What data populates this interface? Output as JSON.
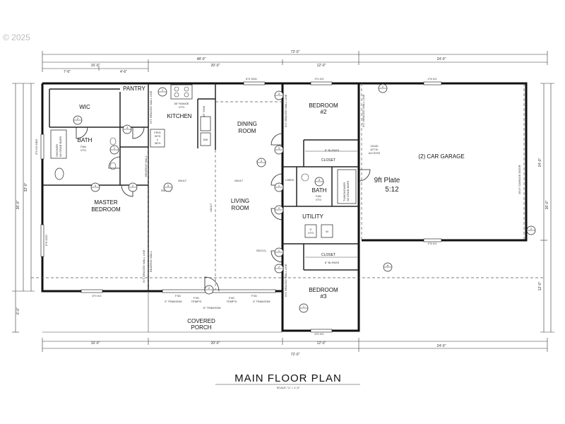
{
  "watermark": "© 2025",
  "title": "MAIN FLOOR PLAN",
  "scale": "SCALE: ¼\" = 1'-0\"",
  "rooms": {
    "wic": "WIC",
    "pantry": "PANTRY",
    "kitchen": "KITCHEN",
    "dining": [
      "DINING",
      "ROOM"
    ],
    "living": [
      "LIVING",
      "ROOM"
    ],
    "master_bath": "BATH",
    "master_bedroom": [
      "MASTER",
      "BEDROOM"
    ],
    "bedroom2": [
      "BEDROOM",
      "#2"
    ],
    "bedroom3": [
      "BEDROOM",
      "#3"
    ],
    "hall_bath": "BATH",
    "utility": "UTILITY",
    "closet_top": "CLOSET",
    "closet_bottom": "CLOSET",
    "garage": "(2) CAR GARAGE",
    "porch": [
      "COVERED",
      "PORCH"
    ]
  },
  "plate": [
    "9ft Plate",
    "5:12"
  ],
  "notes": {
    "range": [
      "36\" RANGE",
      "VTO"
    ],
    "fridge": [
      "FRIG",
      "30\"D",
      "x",
      "38\"H"
    ],
    "dw": "DW",
    "sink": "33\" SINK",
    "vault_1": "VAULT",
    "vault_2": "VAULT",
    "vault_3": "VAULT",
    "vault_4": "VAULT",
    "sd1": "SD/CO₂",
    "sd2": "SD/CO₂",
    "sd3": "SD/CO₂",
    "bipass_top": "6° BI-PASS",
    "bipass_bottom": "6° BI-PASS",
    "d_vto": [
      "D",
      "VTO"
    ],
    "w": "W",
    "linen": "LINEN",
    "fan_vto_master": [
      "FAN",
      "VTO"
    ],
    "fan_vto_hall": [
      "FAN",
      "VTO"
    ],
    "shower_master": [
      "SHOWER",
      "W/ GRAB BARS"
    ],
    "tub_hall": [
      "TUB/SHOWER",
      "W/ GRAB BARS"
    ],
    "transom_left": "4° TRANSOM",
    "transom_mid": "6° TRANSOM",
    "transom_right": "4° TRANSOM",
    "fxd_1": [
      "FXD"
    ],
    "fxd_2": [
      "FXD",
      "TEMP'D"
    ],
    "fxd_3": [
      "FXD",
      "TEMP'D"
    ],
    "fxd_4": [
      "FXD"
    ],
    "braced_1": "INT. BRACED WALL LINE",
    "braced_2": "INT. BRACED WALL LINE",
    "braced_3": "INT. BRACED WALL LINE",
    "braced_4": "INT. BRACED WALL LINE",
    "braced_5": "INT. BRACED WALL LINE",
    "bearing_1": "BEARING WALL",
    "bearing_2": "BEARING WALL",
    "attic": [
      "22x30",
      "ATTIC",
      "ACCESS"
    ],
    "garage_door": "16'x7' GARAGE DOOR"
  },
  "windows": {
    "kitchen_top": "6°0 SGD",
    "bed2_top": "3°0 XO",
    "garage_top": "2°8 XO",
    "master_left": "6°0 SGD",
    "master_bottom": "6°0 XO",
    "bed3_bottom": "6°0 XO",
    "garage_bottom": "2°8 XO",
    "bath_left": "3°0 XO OBS"
  },
  "dimensions": {
    "overall": "72'-0\"",
    "house": "48'-0\"",
    "garage": "24'-0\"",
    "seg1": "16'-0\"",
    "seg2": "20'-0\"",
    "seg3": "12'-0\"",
    "sub1": "7'-6\"",
    "sub2": "4'-6\"",
    "depth": "36'-0\"",
    "depth2": "32'-0\"",
    "porch_depth": "6'-0\"",
    "garage_depth": "24'-0\"",
    "garage_front": "12'-0\""
  },
  "markers": [
    "1",
    "2",
    "3",
    "1",
    "4",
    "2",
    "3",
    "2",
    "3",
    "1",
    "2",
    "1",
    "2",
    "3",
    "2",
    "3",
    "2",
    "A",
    "2",
    "1"
  ]
}
